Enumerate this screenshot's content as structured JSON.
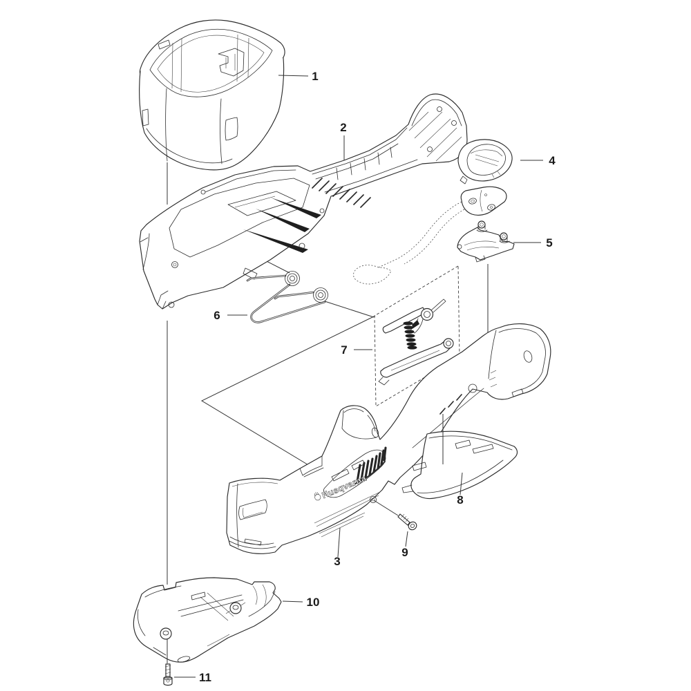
{
  "diagram": {
    "type": "exploded-parts-diagram",
    "product": "Husqvarna hedge trimmer chassis assembly",
    "background_color": "#ffffff",
    "line_color": "#2b2b2b",
    "brand_logo_text": "Husqvarna",
    "callouts": [
      {
        "label": "1",
        "part": "battery-box-housing"
      },
      {
        "label": "2",
        "part": "upper-chassis-housing"
      },
      {
        "label": "3",
        "part": "lower-chassis-housing"
      },
      {
        "label": "4",
        "part": "handle-grommet-ring"
      },
      {
        "label": "5",
        "part": "contact-bracket"
      },
      {
        "label": "6",
        "part": "torsion-spring"
      },
      {
        "label": "7",
        "part": "trigger-lever-kit"
      },
      {
        "label": "8",
        "part": "handle-cover"
      },
      {
        "label": "9",
        "part": "screw"
      },
      {
        "label": "10",
        "part": "bottom-guard-plate"
      },
      {
        "label": "11",
        "part": "screw"
      }
    ]
  }
}
